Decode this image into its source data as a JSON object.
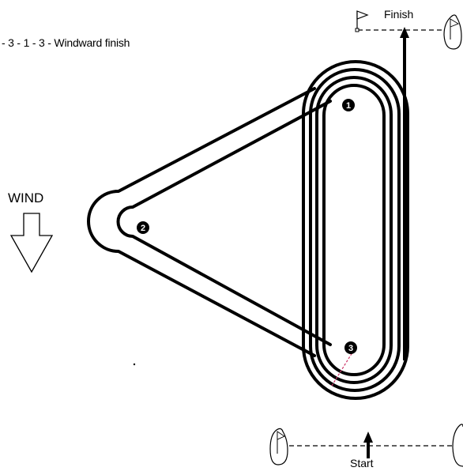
{
  "diagram": {
    "title": "- 3 - 1 - 3 - Windward finish",
    "wind_label": "WIND",
    "finish_label": "Finish",
    "start_label": "Start",
    "marks": [
      {
        "label": "1"
      },
      {
        "label": "2"
      },
      {
        "label": "3"
      }
    ],
    "icons": {
      "wind_arrow": "down-arrow-outline-icon",
      "finish_flag": "flag-icon",
      "boat": "boat-outline-icon",
      "mark": "numbered-buoy-icon"
    },
    "colors": {
      "ink": "#000000",
      "accent": "#cc3366",
      "background": "#ffffff"
    }
  }
}
